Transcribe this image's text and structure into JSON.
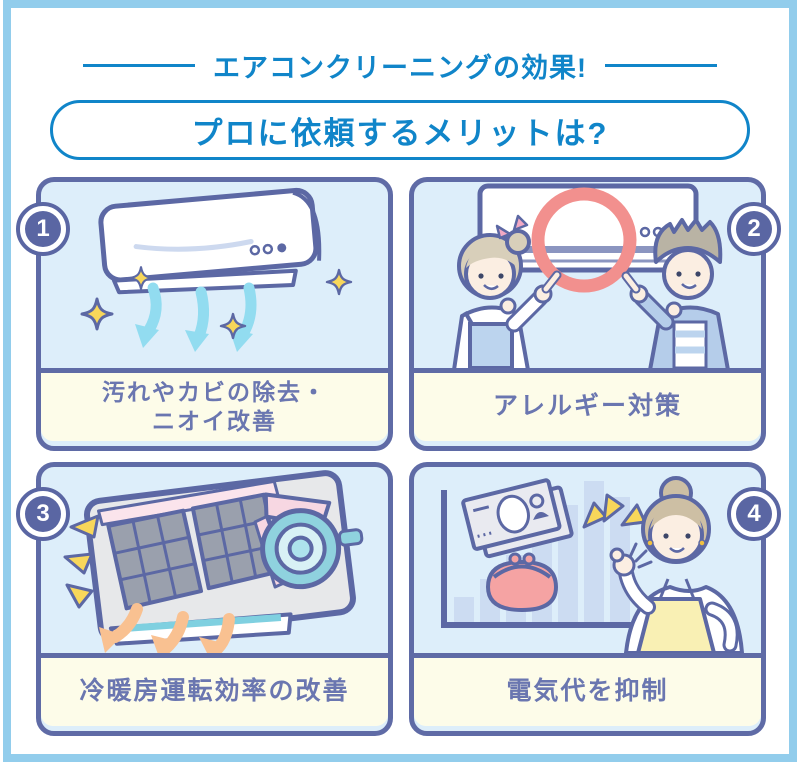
{
  "header": {
    "title": "エアコンクリーニングの効果!",
    "subtitle": "プロに依頼するメリットは?"
  },
  "panels": [
    {
      "number": "1",
      "caption_line1": "汚れやカビの除去・",
      "caption_line2": "ニオイ改善",
      "illustration": "clean-airflow-ac-illustration"
    },
    {
      "number": "2",
      "caption_line1": "アレルギー対策",
      "caption_line2": "",
      "illustration": "children-pointing-ac-illustration"
    },
    {
      "number": "3",
      "caption_line1": "冷暖房運転効率の改善",
      "caption_line2": "",
      "illustration": "ac-internal-parts-illustration"
    },
    {
      "number": "4",
      "caption_line1": "電気代を抑制",
      "caption_line2": "",
      "illustration": "savings-woman-ok-illustration"
    }
  ],
  "colors": {
    "accent_blue": "#1085c9",
    "outer_frame_blue": "#92cdec",
    "panel_border_indigo": "#5f6ba6",
    "panel_bg_blue": "#ddeefa",
    "caption_bg_cream": "#fdfce9",
    "caption_text_indigo": "#6a76b0",
    "badge_indigo": "#5a66a3",
    "highlight_ring_red": "#f2908e",
    "airflow_cyan": "#92dcf0",
    "airflow_orange": "#f9c191",
    "sparkle_gold": "#f8d75a",
    "purse_pink": "#f5a3a3",
    "apron_yellow": "#f9f0b4"
  }
}
